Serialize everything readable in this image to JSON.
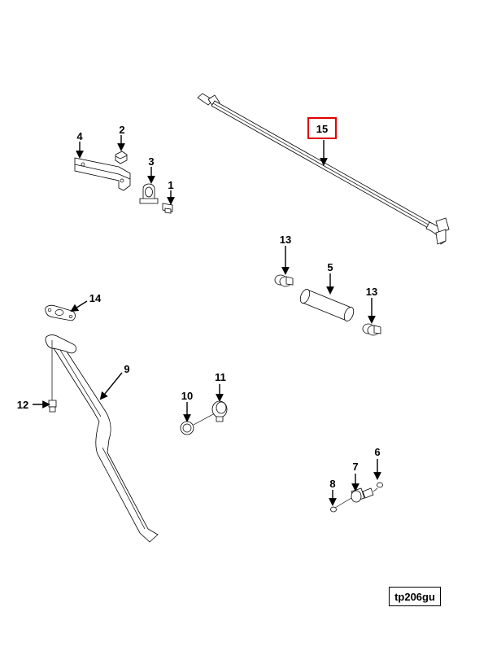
{
  "callouts": {
    "c1": "1",
    "c2": "2",
    "c3": "3",
    "c4": "4",
    "c5": "5",
    "c6": "6",
    "c7": "7",
    "c8": "8",
    "c9": "9",
    "c10": "10",
    "c11": "11",
    "c12": "12",
    "c13a": "13",
    "c13b": "13",
    "c14": "14",
    "c15": "15"
  },
  "highlighted_callout": "15",
  "highlight_color": "#e00000",
  "reference_code": "tp206gu"
}
